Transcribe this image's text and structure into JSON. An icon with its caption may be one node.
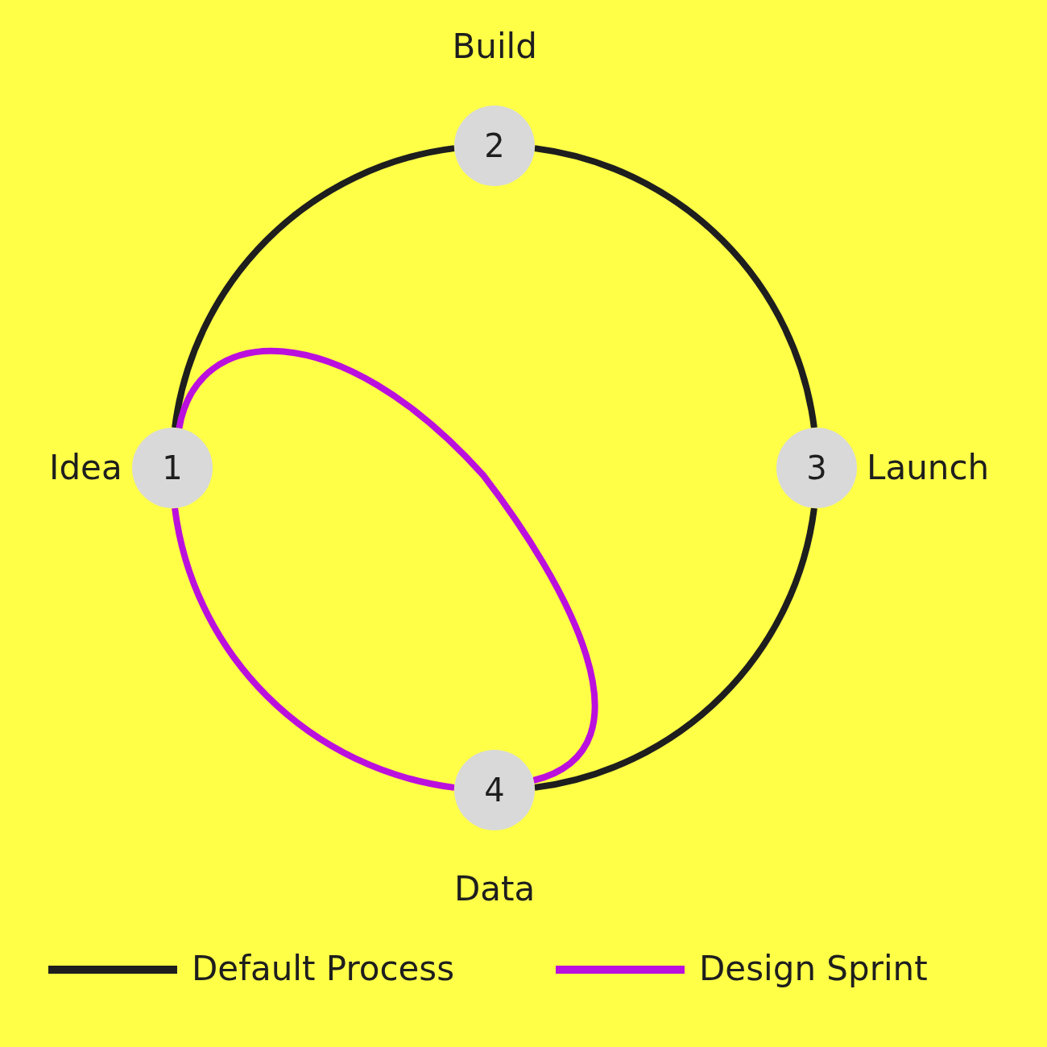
{
  "diagram": {
    "nodes": [
      {
        "text": [
          "1"
        ],
        "beside": [
          "Idea"
        ]
      },
      {
        "text": [
          "2"
        ],
        "beside": [
          "Build"
        ]
      },
      {
        "text": [
          "3"
        ],
        "beside": [
          "Launch"
        ]
      },
      {
        "text": [
          "4"
        ],
        "beside": [
          "Data"
        ]
      }
    ],
    "edges": [
      {
        "from": 0,
        "to": 1,
        "arrow": "none"
      },
      {
        "from": 1,
        "to": 2,
        "arrow": "none"
      },
      {
        "from": 2,
        "to": 3,
        "arrow": "none"
      },
      {
        "from": 3,
        "to": 0,
        "arrow": "none",
        "color": "#bb10dd"
      },
      {
        "from": 0,
        "to": 3,
        "arrow": "none",
        "color": "#bb10dd"
      }
    ],
    "legend": [
      {
        "text": "Default Process",
        "color": "#1e1e1e"
      },
      {
        "text": "Design Sprint",
        "color": "#bb10dd"
      }
    ]
  }
}
